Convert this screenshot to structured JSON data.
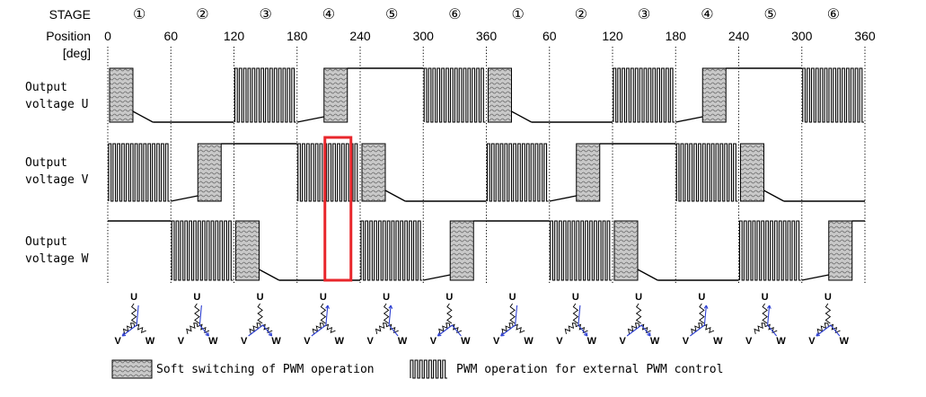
{
  "header": {
    "stage_label": "STAGE",
    "position_label": "Position",
    "position_unit": "[deg]",
    "stages": [
      "①",
      "②",
      "③",
      "④",
      "⑤",
      "⑥",
      "①",
      "②",
      "③",
      "④",
      "⑤",
      "⑥"
    ],
    "positions": [
      "0",
      "60",
      "120",
      "180",
      "240",
      "300",
      "360",
      "60",
      "120",
      "180",
      "240",
      "300",
      "360"
    ]
  },
  "rows": [
    {
      "label_line1": "Output",
      "label_line2": "voltage U"
    },
    {
      "label_line1": "Output",
      "label_line2": "voltage V"
    },
    {
      "label_line1": "Output",
      "label_line2": "voltage W"
    }
  ],
  "waveforms": {
    "U": [
      "ss-fall",
      "low",
      "pwm",
      "ss-rise",
      "high",
      "pwm",
      "ss-fall",
      "low",
      "pwm",
      "ss-rise",
      "high",
      "pwm"
    ],
    "V": [
      "pwm",
      "ss-rise",
      "high",
      "pwm",
      "ss-fall",
      "low",
      "pwm",
      "ss-rise",
      "high",
      "pwm",
      "ss-fall",
      "low"
    ],
    "W": [
      "high",
      "pwm",
      "ss-fall",
      "low",
      "pwm",
      "ss-rise",
      "high",
      "pwm",
      "ss-fall",
      "low",
      "pwm",
      "ss-rise"
    ]
  },
  "highlight": {
    "stage_index": 3,
    "color": "#e8262b"
  },
  "motor": {
    "phase_u": "U",
    "phase_v": "V",
    "phase_w": "W",
    "arrow_color": "#2d3fd1"
  },
  "legend": {
    "soft_label": "Soft switching of PWM operation",
    "pwm_label": "PWM operation for external PWM control"
  }
}
